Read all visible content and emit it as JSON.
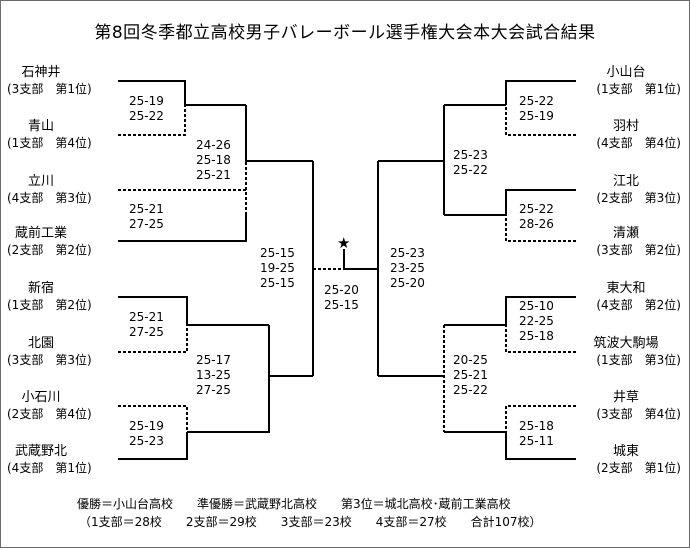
{
  "title": "第8回冬季都立高校男子バレーボール選手権大会本大会試合結果",
  "left_teams": [
    {
      "name": "石神井",
      "sub": "(3支部　第1位)"
    },
    {
      "name": "青山",
      "sub": "(1支部　第4位)"
    },
    {
      "name": "立川",
      "sub": "(4支部　第3位)"
    },
    {
      "name": "蔵前工業",
      "sub": "(2支部　第2位)"
    },
    {
      "name": "新宿",
      "sub": "(1支部　第2位)"
    },
    {
      "name": "北園",
      "sub": "(3支部　第3位)"
    },
    {
      "name": "小石川",
      "sub": "(2支部　第4位)"
    },
    {
      "name": "武蔵野北",
      "sub": "(4支部　第1位)"
    }
  ],
  "right_teams": [
    {
      "name": "小山台",
      "sub": "(1支部　第1位)"
    },
    {
      "name": "羽村",
      "sub": "(4支部　第4位)"
    },
    {
      "name": "江北",
      "sub": "(2支部　第3位)"
    },
    {
      "name": "清瀬",
      "sub": "(3支部　第2位)"
    },
    {
      "name": "東大和",
      "sub": "(4支部　第2位)"
    },
    {
      "name": "筑波大駒場",
      "sub": "(1支部　第3位)"
    },
    {
      "name": "井草",
      "sub": "(3支部　第4位)"
    },
    {
      "name": "城東",
      "sub": "(2支部　第1位)"
    }
  ],
  "scores": {
    "l_r1_1": [
      "25-19",
      "25-22"
    ],
    "l_r1_2": [
      "25-21",
      "27-25"
    ],
    "l_r1_3": [
      "25-21",
      "27-25"
    ],
    "l_r1_4": [
      "25-19",
      "25-23"
    ],
    "l_r2_1": [
      "24-26",
      "25-18",
      "25-21"
    ],
    "l_r2_2": [
      "25-17",
      "13-25",
      "27-25"
    ],
    "l_semi": [
      "25-15",
      "19-25",
      "25-15"
    ],
    "final": [
      "25-20",
      "25-15"
    ],
    "r_semi": [
      "25-23",
      "23-25",
      "25-20"
    ],
    "r_r2_1": [
      "25-23",
      "25-22"
    ],
    "r_r2_2": [
      "20-25",
      "25-21",
      "25-22"
    ],
    "r_r1_1": [
      "25-22",
      "25-19"
    ],
    "r_r1_2": [
      "25-22",
      "28-26"
    ],
    "r_r1_3": [
      "25-10",
      "22-25",
      "25-18"
    ],
    "r_r1_4": [
      "25-18",
      "25-11"
    ]
  },
  "champion_marker": "★",
  "footer": {
    "results": "優勝＝小山台高校　　準優勝＝武蔵野北高校　　第3位＝城北高校･蔵前工業高校",
    "counts": "（1支部＝28校　　2支部＝29校　　3支部＝23校　　4支部＝27校　　合計107校）"
  }
}
